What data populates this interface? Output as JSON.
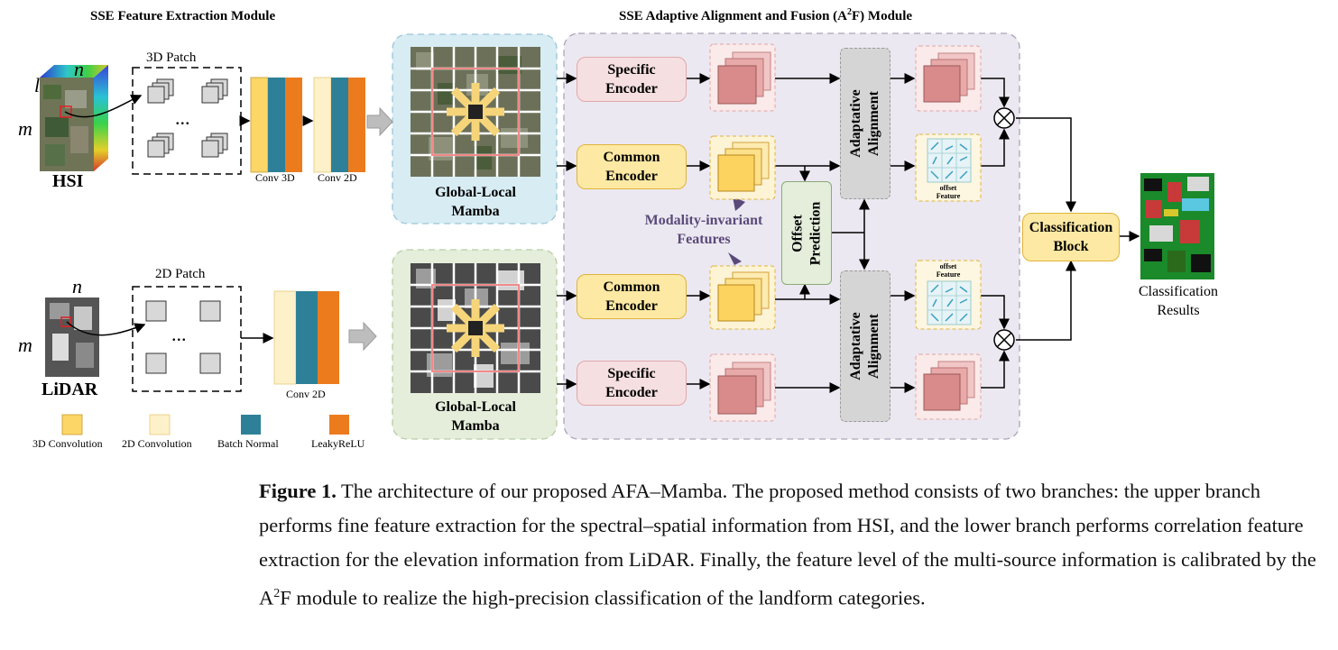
{
  "titles": {
    "sse_module": "SSE Feature Extraction Module",
    "a2f_prefix": "SSE Adaptive Alignment and Fusion (A",
    "a2f_sup": "2",
    "a2f_suffix": "F) Module"
  },
  "hsi": {
    "label": "HSI",
    "dim_l": "l",
    "dim_n": "n",
    "dim_m": "m",
    "patch_label": "3D Patch",
    "ellipsis": "...",
    "conv3d_label": "Conv 3D",
    "conv2d_label": "Conv 2D"
  },
  "lidar": {
    "label": "LiDAR",
    "dim_n": "n",
    "dim_m": "m",
    "patch_label": "2D Patch",
    "ellipsis": "...",
    "conv2d_label": "Conv 2D"
  },
  "mamba": {
    "upper_line1": "Global-Local",
    "upper_line2": "Mamba",
    "lower_line1": "Global-Local",
    "lower_line2": "Mamba"
  },
  "encoders": {
    "specific_line1": "Specific",
    "specific_line2": "Encoder",
    "common_line1": "Common",
    "common_line2": "Encoder"
  },
  "modality": {
    "line1": "Modality-invariant",
    "line2": "Features"
  },
  "offset_prediction": {
    "line1": "Offset",
    "line2": "Prediction"
  },
  "alignment": {
    "line1": "Adaptative",
    "line2": "Alignment"
  },
  "offset_feature": {
    "line1": "offset",
    "line2": "Feature"
  },
  "classification_block": {
    "line1": "Classification",
    "line2": "Block"
  },
  "results": {
    "line1": "Classification",
    "line2": "Results"
  },
  "legend": [
    {
      "label": "3D Convolution",
      "color": "#fcd667"
    },
    {
      "label": "2D Convolution",
      "color": "#fdf1c9"
    },
    {
      "label": "Batch Normal",
      "color": "#2e8098"
    },
    {
      "label": "LeakyReLU",
      "color": "#ec7b1e"
    }
  ],
  "colors": {
    "conv3d": "#fcd667",
    "conv2d": "#fdf1c9",
    "batch_normal": "#2e8098",
    "leaky_relu": "#ec7b1e",
    "mamba_upper_bg": "#d7ecf3",
    "mamba_lower_bg": "#e4eedb",
    "a2f_bg": "#ece8f1",
    "specific_fill": "#d98b8b",
    "common_fill": "#fcd35e",
    "arrow_purple": "#5a4a7a"
  },
  "caption": {
    "label": "Figure 1.",
    "text": "The architecture of our proposed AFA–Mamba. The proposed method consists of two branches: the upper branch performs fine feature extraction for the spectral–spatial information from HSI, and the lower branch performs correlation feature extraction for the elevation information from LiDAR. Finally, the feature level of the multi-source information is calibrated by the A",
    "sup": "2",
    "text_end": "F module to realize the high-precision classification of the landform categories."
  }
}
